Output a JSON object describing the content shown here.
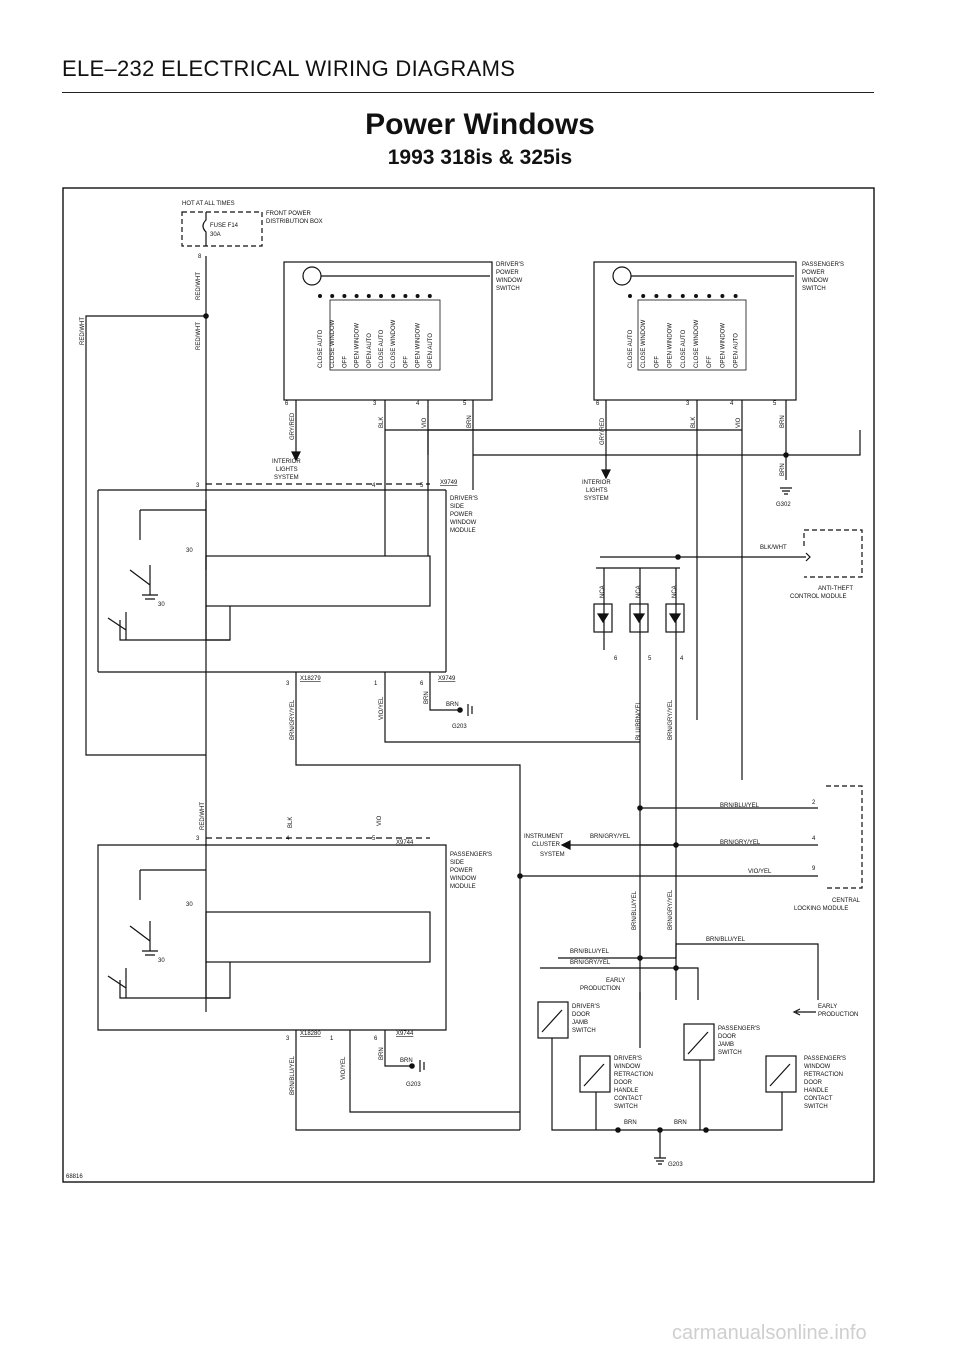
{
  "header": "ELE–232   ELECTRICAL WIRING DIAGRAMS",
  "title": "Power Windows",
  "subtitle": "1993 318is & 325is",
  "figure_number": "68816",
  "watermark": "carmanualsonline.info",
  "power": {
    "hot_at_all_times": "HOT AT ALL TIMES",
    "fuse": "FUSE F14",
    "fuse_rating": "30A",
    "front_box": "FRONT POWER",
    "front_box2": "DISTRIBUTION BOX",
    "pin": "8"
  },
  "driver_switch": {
    "name": [
      "DRIVER'S",
      "POWER",
      "WINDOW",
      "SWITCH"
    ],
    "positions": [
      "CLOSE AUTO",
      "CLOSE WINDOW",
      "OFF",
      "OPEN WINDOW",
      "OPEN AUTO",
      "CLOSE AUTO",
      "CLOSE WINDOW",
      "OFF",
      "OPEN WINDOW",
      "OPEN AUTO"
    ],
    "pins": [
      "6",
      "3",
      "4",
      "5"
    ],
    "wires": [
      "GRY/RED",
      "BLK",
      "VIO",
      "BRN"
    ]
  },
  "passenger_switch": {
    "name": [
      "PASSENGER'S",
      "POWER",
      "WINDOW",
      "SWITCH"
    ],
    "positions": [
      "CLOSE AUTO",
      "CLOSE WINDOW",
      "OFF",
      "OPEN WINDOW",
      "CLOSE AUTO",
      "CLOSE WINDOW",
      "OFF",
      "OPEN WINDOW",
      "OPEN AUTO"
    ],
    "pins": [
      "6",
      "3",
      "4",
      "5"
    ],
    "wires": [
      "GRY/RED",
      "BLK",
      "VIO",
      "BRN"
    ]
  },
  "interior_lights": [
    "INTERIOR",
    "LIGHTS",
    "SYSTEM"
  ],
  "ground_g302": "G302",
  "ground_g203": "G203",
  "wire_red_wht": "RED/WHT",
  "driver_module": {
    "name": [
      "DRIVER'S",
      "SIDE",
      "POWER",
      "WINDOW",
      "MODULE"
    ],
    "connector": "X9749",
    "pins": [
      "3",
      "4",
      "5"
    ],
    "lower_connectors": [
      "X18279",
      "X9749"
    ],
    "lower_pins": [
      "3",
      "1",
      "6"
    ],
    "lower_wires": [
      "BRN/GRY/YEL",
      "VIO/YEL",
      "BRN"
    ],
    "motor_pin": "30"
  },
  "passenger_module": {
    "name": [
      "PASSENGER'S",
      "SIDE",
      "POWER",
      "WINDOW",
      "MODULE"
    ],
    "connector": "X9744",
    "pins": [
      "3",
      "4",
      "5"
    ],
    "lower_connectors": [
      "X18280",
      "X9744"
    ],
    "lower_pins": [
      "3",
      "1",
      "6"
    ],
    "lower_wires": [
      "BRN/BLU/YEL",
      "VIO/YEL",
      "BRN"
    ],
    "wires": [
      "RED/WHT",
      "BLK",
      "VIO"
    ]
  },
  "anti_theft": {
    "name": [
      "ANTI-THEFT",
      "CONTROL MODULE"
    ],
    "wire": "BLK/WHT",
    "nca": [
      "NCA",
      "NCA",
      "NCA"
    ],
    "diode_pins": [
      "6",
      "5",
      "4"
    ],
    "wires": [
      "BLU/BRN/YEL",
      "BRN/GRY/YEL"
    ]
  },
  "central_locking": {
    "name": [
      "CENTRAL",
      "LOCKING MODULE"
    ],
    "wires": [
      "BRN/BLU/YEL",
      "BRN/GRY/YEL",
      "VIO/YEL"
    ],
    "pins": [
      "2",
      "4",
      "9"
    ]
  },
  "instrument_cluster": {
    "name": [
      "INSTRUMENT",
      "CLUSTER",
      "SYSTEM"
    ],
    "wire": "BRN/GRY/YEL"
  },
  "bottom": {
    "wires": [
      "BRN/BLU/YEL",
      "BRN/GRY/YEL",
      "BRN/BLU/YEL",
      "BRN/GRY/YEL",
      "BRN/BLU/YEL",
      "BRN/BLU/YEL",
      "BRN/BLU/YEL"
    ],
    "early_production": [
      "EARLY",
      "PRODUCTION"
    ],
    "driver_door_jamb": [
      "DRIVER'S",
      "DOOR",
      "JAMB",
      "SWITCH"
    ],
    "passenger_door_jamb": [
      "PASSENGER'S",
      "DOOR",
      "JAMB",
      "SWITCH"
    ],
    "driver_retraction": [
      "DRIVER'S",
      "WINDOW",
      "RETRACTION",
      "DOOR",
      "HANDLE",
      "CONTACT",
      "SWITCH"
    ],
    "passenger_retraction": [
      "PASSENGER'S",
      "WINDOW",
      "RETRACTION",
      "DOOR",
      "HANDLE",
      "CONTACT",
      "SWITCH"
    ],
    "brn": "BRN",
    "pins": [
      "2",
      "1"
    ]
  }
}
